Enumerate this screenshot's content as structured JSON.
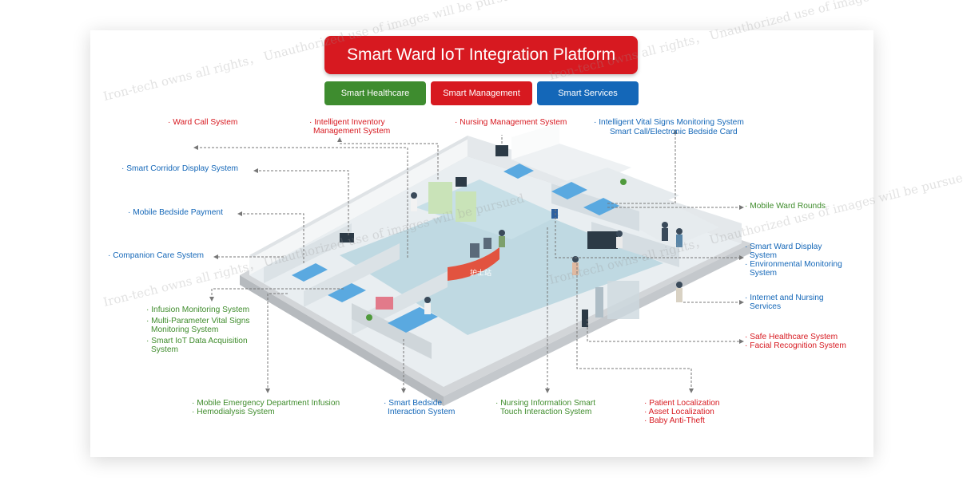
{
  "title": "Smart Ward IoT Integration Platform",
  "watermark": "Iron-tech owns all rights， Unauthorized use of images will be pursued",
  "nurse_station_sign": "护士站",
  "categories": [
    {
      "label": "Smart Healthcare",
      "color": "#3e8c2f"
    },
    {
      "label": "Smart Management",
      "color": "#d71920"
    },
    {
      "label": "Smart Services",
      "color": "#1467b8"
    }
  ],
  "systems": {
    "ward_call": "· Ward Call System",
    "inventory_1": "· Intelligent Inventory",
    "inventory_2": "Management System",
    "nursing_mgmt": "· Nursing Management System",
    "vital_1": "· Intelligent Vital Signs Monitoring System",
    "vital_2": "Smart Call/Electronic Bedside Card",
    "corridor": "· Smart Corridor Display System",
    "payment": "· Mobile Bedside Payment",
    "mobile_rounds": "· Mobile Ward Rounds",
    "companion": "· Companion Care System",
    "ward_display_1": "· Smart Ward Display",
    "ward_display_2": "System",
    "env_1": "· Environmental Monitoring",
    "env_2": "System",
    "infusion": "· Infusion Monitoring System",
    "multi_1": "· Multi-Parameter Vital Signs",
    "multi_2": "Monitoring System",
    "iot_1": "· Smart IoT Data Acquisition",
    "iot_2": "System",
    "internet_1": "· Internet and Nursing",
    "internet_2": "Services",
    "safe": "· Safe Healthcare System",
    "facial": "· Facial Recognition System",
    "emergency_1": "· Mobile Emergency Department Infusion",
    "emergency_2": "· Hemodialysis System",
    "bedside_1": "· Smart Bedside",
    "bedside_2": "Interaction System",
    "nursing_info_1": "· Nursing Information Smart",
    "nursing_info_2": "Touch Interaction System",
    "patient_loc": "· Patient Localization",
    "asset_loc": "· Asset Localization",
    "baby": "· Baby Anti-Theft"
  },
  "colors": {
    "red": "#d71920",
    "green": "#3e8c2f",
    "blue": "#1467b8",
    "connector": "#777777"
  }
}
